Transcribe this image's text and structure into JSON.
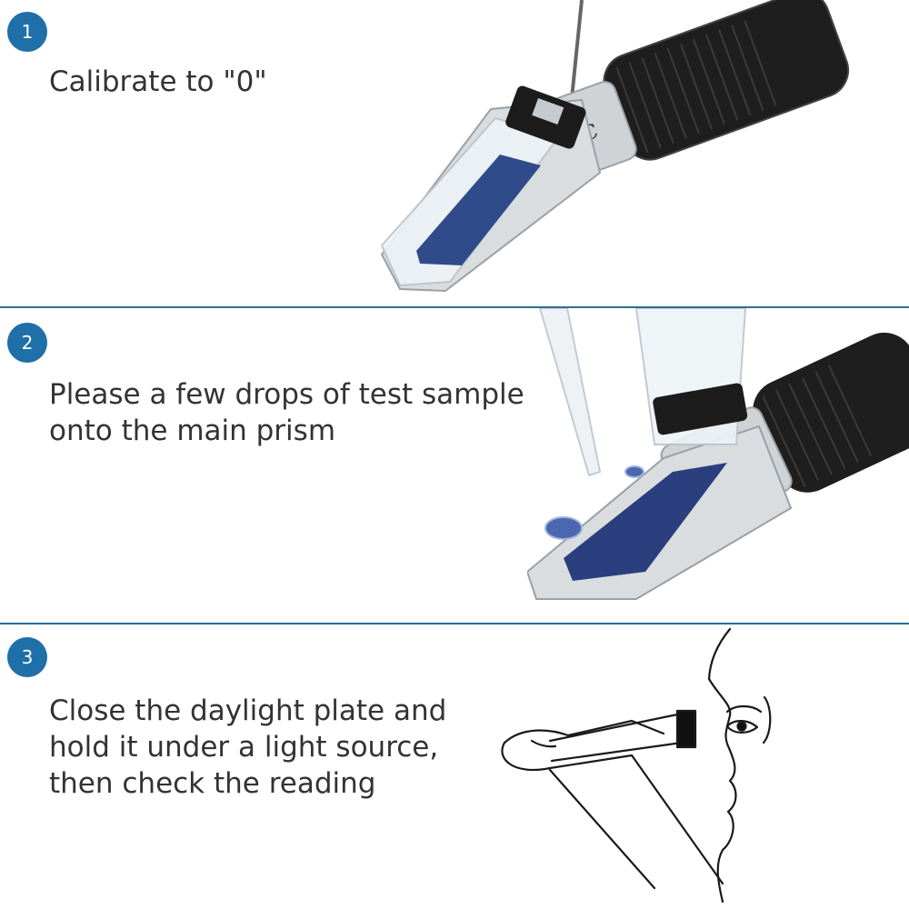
{
  "colors": {
    "accent": "#1f6fa8",
    "divider": "#2b6f9c",
    "text": "#333333"
  },
  "steps": [
    {
      "number": "1",
      "lines": [
        "Calibrate to \"0\""
      ]
    },
    {
      "number": "2",
      "lines": [
        "Please a few drops of test sample",
        "onto the main prism"
      ]
    },
    {
      "number": "3",
      "lines": [
        "Close the daylight plate and",
        "hold it under a light source,",
        "then check the reading"
      ]
    }
  ],
  "device": {
    "engraving": "ATC",
    "icons": [
      "refractometer-image",
      "dropper-image",
      "eyepiece-sketch"
    ]
  }
}
